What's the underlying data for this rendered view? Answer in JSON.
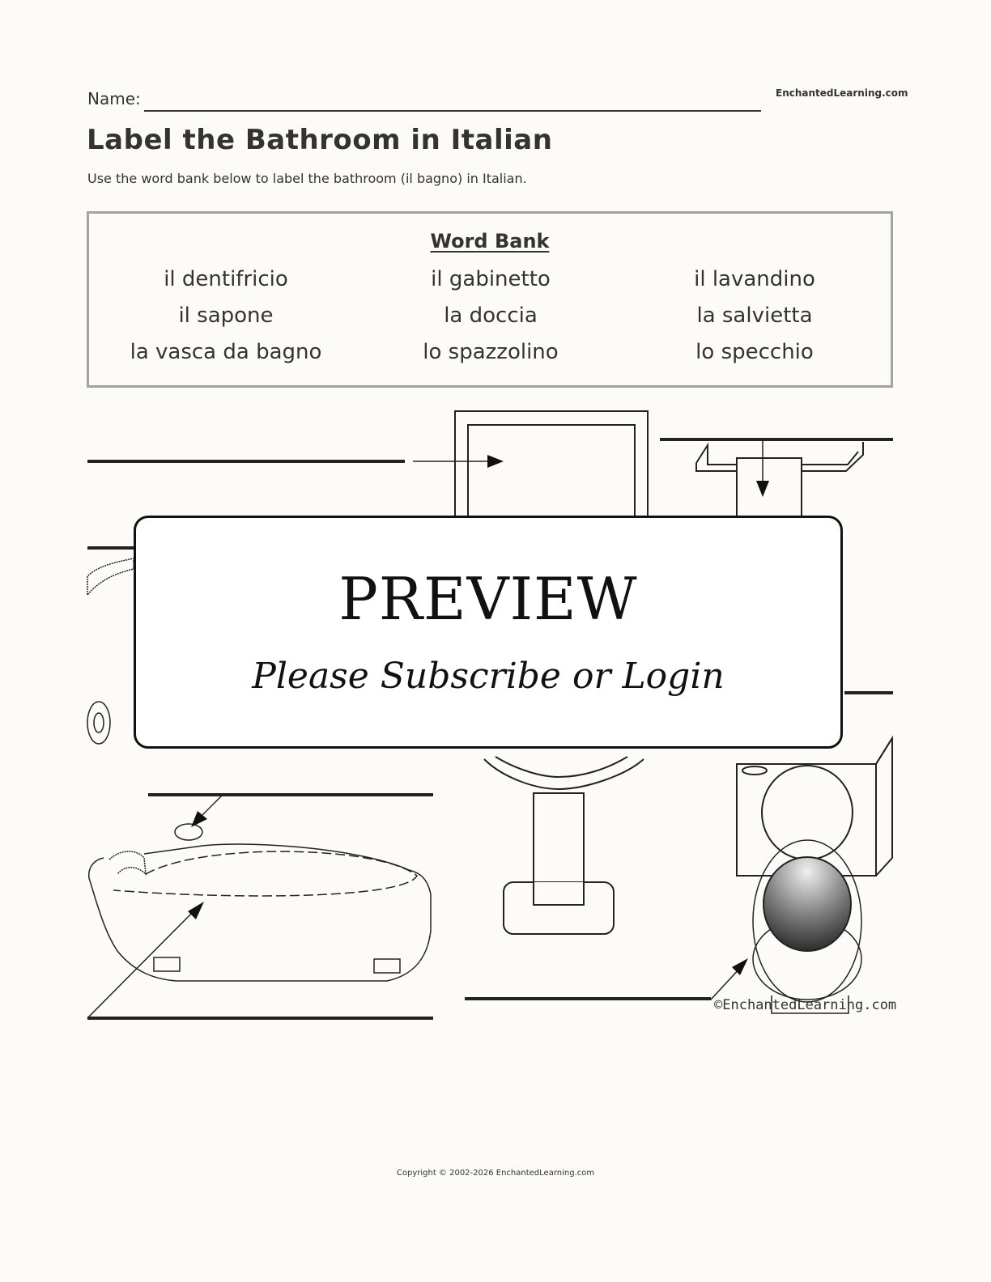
{
  "header": {
    "name_label": "Name:",
    "site_link": "EnchantedLearning.com"
  },
  "page_title": "Label the Bathroom in Italian",
  "instructions": "Use the word bank below to label the bathroom (il bagno) in Italian.",
  "word_bank": {
    "title": "Word Bank",
    "words": [
      "il dentifricio",
      "il gabinetto",
      "il lavandino",
      "il sapone",
      "la doccia",
      "la salvietta",
      "la vasca da bagno",
      "lo spazzolino",
      "lo specchio"
    ]
  },
  "diagram": {
    "subject": "bathroom (il bagno)",
    "pictured_items": [
      "mirror",
      "towel bar with towel",
      "shower head",
      "soap dish",
      "sink on pedestal",
      "toilet",
      "bathtub",
      "soap on tub rim"
    ],
    "answer_blanks": 7,
    "credit": "©EnchantedLearning.com",
    "colors": {
      "line": "#222222",
      "toilet_seat_gradient_dark": "#2a2a2a",
      "toilet_seat_gradient_light": "#e8e8e8"
    }
  },
  "overlay": {
    "title": "PREVIEW",
    "subtitle": "Please Subscribe or Login"
  },
  "footer": {
    "copyright": "Copyright © 2002-2026 EnchantedLearning.com"
  },
  "colors": {
    "background": "#fcfbf7",
    "text": "#333333",
    "word_bank_border": "#a3a3a0"
  }
}
